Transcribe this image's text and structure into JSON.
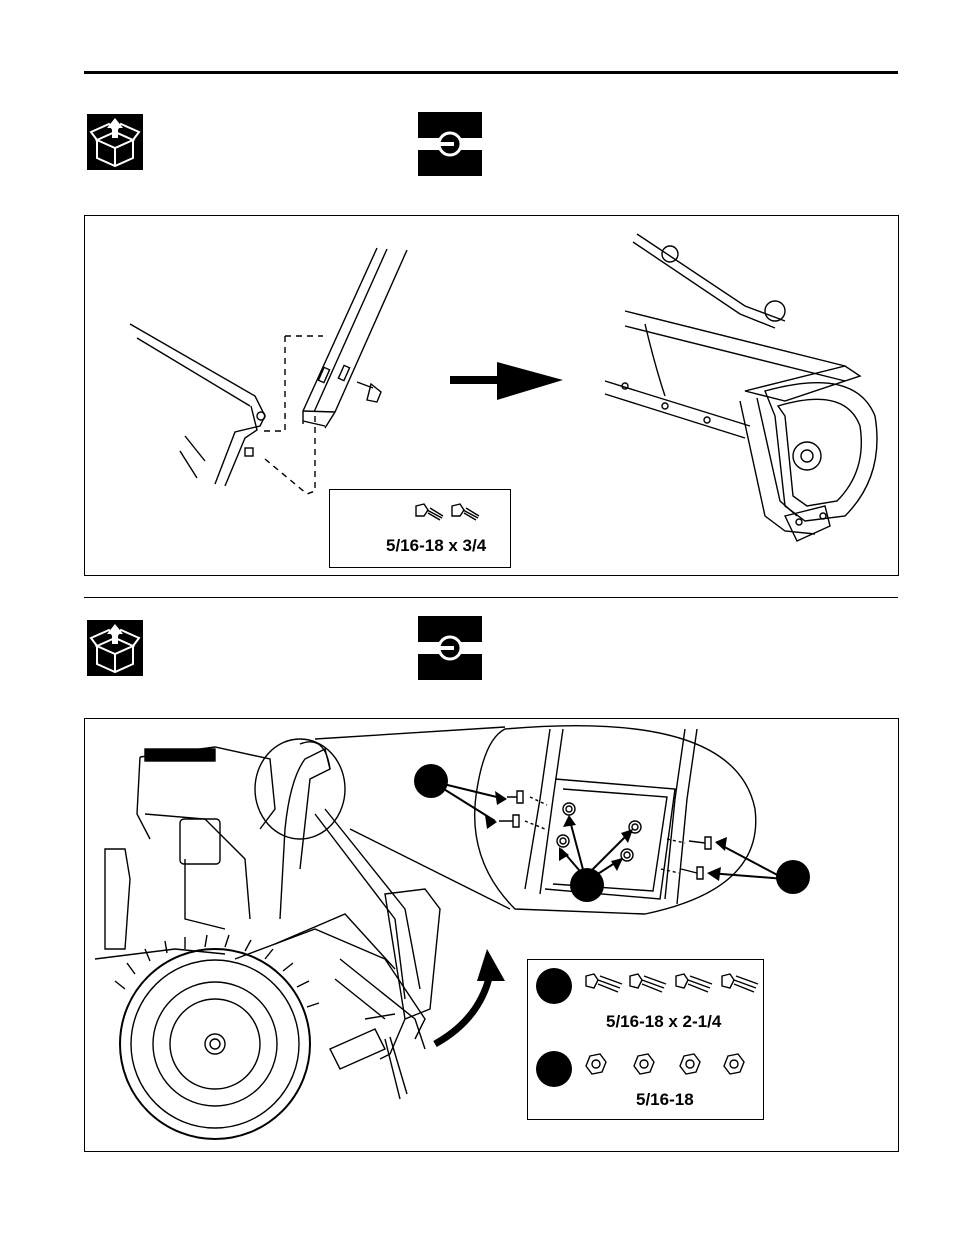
{
  "icons": {
    "unpack": "unpack-box-icon",
    "connect": "connect-ring-icon"
  },
  "step1": {
    "hardware_label": "5/16-18 x 3/4"
  },
  "step2": {
    "bolt_label": "5/16-18 x 2-1/4",
    "nut_label": "5/16-18"
  }
}
